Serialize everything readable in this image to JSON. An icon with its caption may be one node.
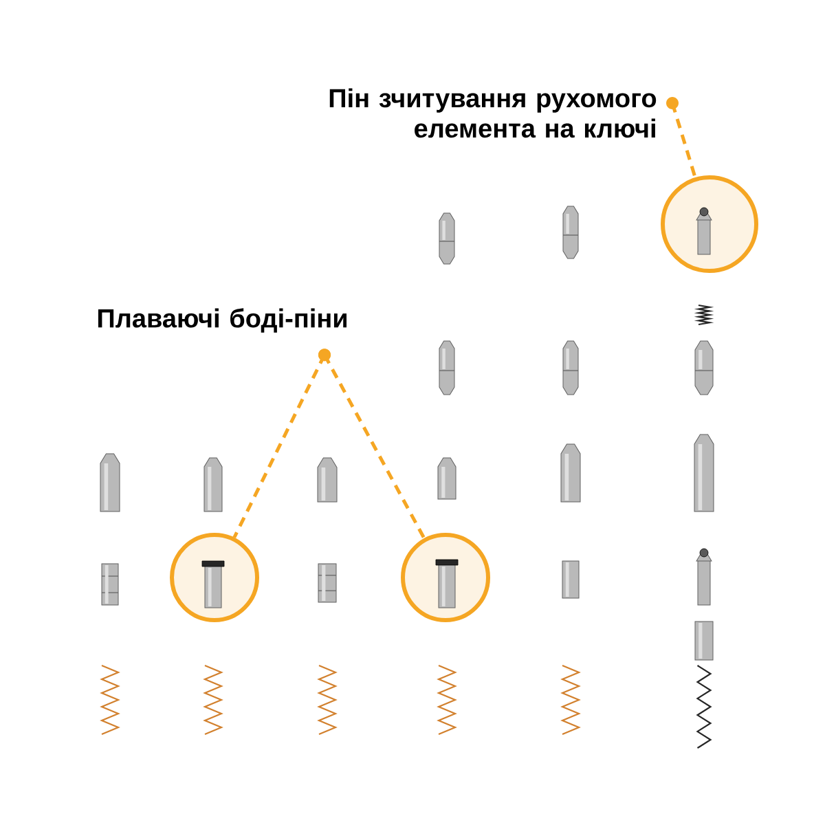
{
  "diagram": {
    "nodes": [
      {
        "text": [
          "Пін зчитування рухомого елемента на ключі"
        ]
      },
      {
        "text": [],
        "shape": "circle"
      },
      {
        "text": [
          "Плаваючі боді-піни"
        ]
      },
      {
        "text": [],
        "shape": "circle"
      },
      {
        "text": [],
        "shape": "circle"
      }
    ],
    "edges": [
      {
        "from": 0,
        "to": 1,
        "arrow": "other",
        "style": "dashed"
      },
      {
        "from": 2,
        "to": 3,
        "arrow": "other",
        "style": "dashed"
      },
      {
        "from": 2,
        "to": 4,
        "arrow": "other",
        "style": "dashed"
      }
    ]
  }
}
